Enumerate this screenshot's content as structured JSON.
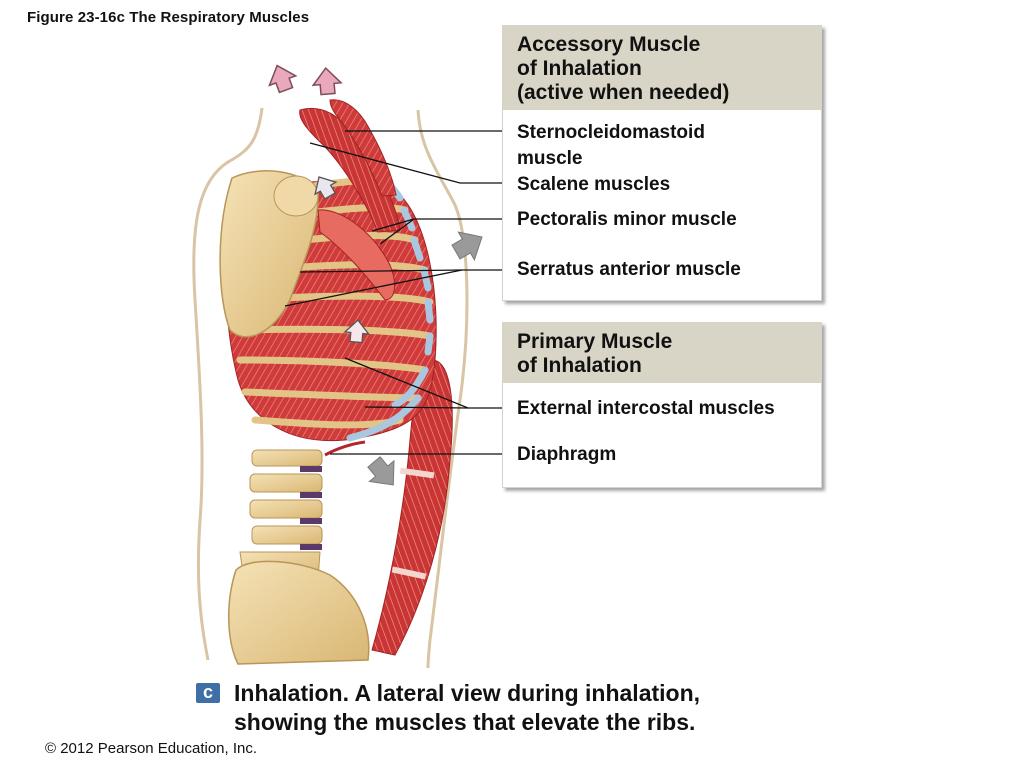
{
  "figure_title": "Figure 23-16c  The Respiratory Muscles",
  "accessory_box": {
    "heading_line1": "Accessory Muscle",
    "heading_line2": "of Inhalation",
    "heading_line3": "(active when needed)",
    "items": [
      {
        "line1": "Sternocleidomastoid",
        "line2": "muscle"
      },
      {
        "line1": "Scalene muscles"
      },
      {
        "line1": "Pectoralis minor muscle"
      },
      {
        "line1": "Serratus anterior muscle"
      }
    ]
  },
  "primary_box": {
    "heading_line1": "Primary Muscle",
    "heading_line2": "of Inhalation",
    "items": [
      {
        "line1": "External intercostal muscles"
      },
      {
        "line1": "Diaphragm"
      }
    ]
  },
  "caption": {
    "badge": "c",
    "line1": "Inhalation. A lateral view during inhalation,",
    "line2": "showing the muscles that elevate the ribs."
  },
  "copyright": "© 2012 Pearson Education, Inc.",
  "colors": {
    "muscle": "#cf3b3b",
    "muscle_light": "#ef9d93",
    "bone": "#ecd29a",
    "bone_dark": "#c9a661",
    "cartilage": "#a9c8e0",
    "skin_outline": "#d9c4a4",
    "arrow_pink": "#e9a8bb",
    "arrow_gray": "#9a9a9a",
    "box_header": "#d9d5c6",
    "badge": "#3f6fa7"
  }
}
